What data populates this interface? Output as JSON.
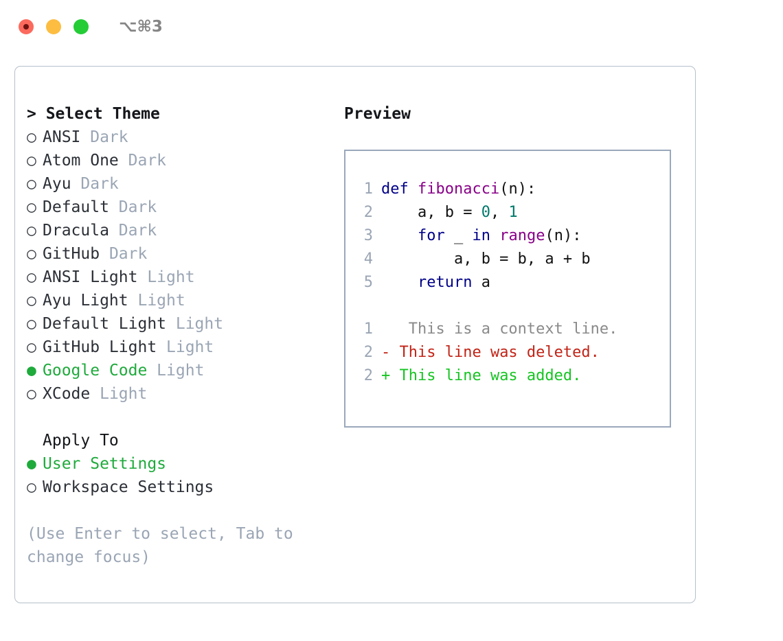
{
  "titlebar": {
    "shortcut": "⌥⌘3",
    "buttons": [
      {
        "name": "close",
        "color": "#fc6a5d"
      },
      {
        "name": "minimize",
        "color": "#fcbd41"
      },
      {
        "name": "maximize",
        "color": "#24cc36"
      }
    ]
  },
  "theme_picker": {
    "header": "> Select Theme",
    "selected_bullet": "●",
    "unselected_bullet": "○",
    "accent_color": "#1faa3c",
    "items": [
      {
        "name": "ANSI",
        "variant": "Dark",
        "selected": false
      },
      {
        "name": "Atom One",
        "variant": "Dark",
        "selected": false
      },
      {
        "name": "Ayu",
        "variant": "Dark",
        "selected": false
      },
      {
        "name": "Default",
        "variant": "Dark",
        "selected": false
      },
      {
        "name": "Dracula",
        "variant": "Dark",
        "selected": false
      },
      {
        "name": "GitHub",
        "variant": "Dark",
        "selected": false
      },
      {
        "name": "ANSI Light",
        "variant": "Light",
        "selected": false
      },
      {
        "name": "Ayu Light",
        "variant": "Light",
        "selected": false
      },
      {
        "name": "Default Light",
        "variant": "Light",
        "selected": false
      },
      {
        "name": "GitHub Light",
        "variant": "Light",
        "selected": false
      },
      {
        "name": "Google Code",
        "variant": "Light",
        "selected": true
      },
      {
        "name": "XCode",
        "variant": "Light",
        "selected": false
      }
    ]
  },
  "apply_to": {
    "header": "Apply To",
    "items": [
      {
        "name": "User Settings",
        "selected": true
      },
      {
        "name": "Workspace Settings",
        "selected": false
      }
    ]
  },
  "help": {
    "text": "(Use Enter to select, Tab to change focus)"
  },
  "preview": {
    "label": "Preview",
    "code_lines": [
      {
        "num": "1",
        "tokens": [
          {
            "t": "def ",
            "c": "kw"
          },
          {
            "t": "fibonacci",
            "c": "fn"
          },
          {
            "t": "(n):",
            "c": "plain"
          }
        ]
      },
      {
        "num": "2",
        "tokens": [
          {
            "t": "    a, b = ",
            "c": "plain"
          },
          {
            "t": "0",
            "c": "num"
          },
          {
            "t": ", ",
            "c": "plain"
          },
          {
            "t": "1",
            "c": "num"
          }
        ]
      },
      {
        "num": "3",
        "tokens": [
          {
            "t": "    ",
            "c": "plain"
          },
          {
            "t": "for",
            "c": "kw"
          },
          {
            "t": " _ ",
            "c": "plain"
          },
          {
            "t": "in",
            "c": "kw"
          },
          {
            "t": " ",
            "c": "plain"
          },
          {
            "t": "range",
            "c": "fn"
          },
          {
            "t": "(n):",
            "c": "plain"
          }
        ]
      },
      {
        "num": "4",
        "tokens": [
          {
            "t": "        a, b = b, a + b",
            "c": "plain"
          }
        ]
      },
      {
        "num": "5",
        "tokens": [
          {
            "t": "    ",
            "c": "plain"
          },
          {
            "t": "return",
            "c": "kw"
          },
          {
            "t": " a",
            "c": "plain"
          }
        ]
      }
    ],
    "diff_lines": [
      {
        "num": "1",
        "marker": " ",
        "text": "  This is a context line.",
        "kind": "ctx"
      },
      {
        "num": "2",
        "marker": "-",
        "text": " This line was deleted.",
        "kind": "del"
      },
      {
        "num": "2",
        "marker": "+",
        "text": " This line was added.",
        "kind": "add"
      }
    ]
  }
}
